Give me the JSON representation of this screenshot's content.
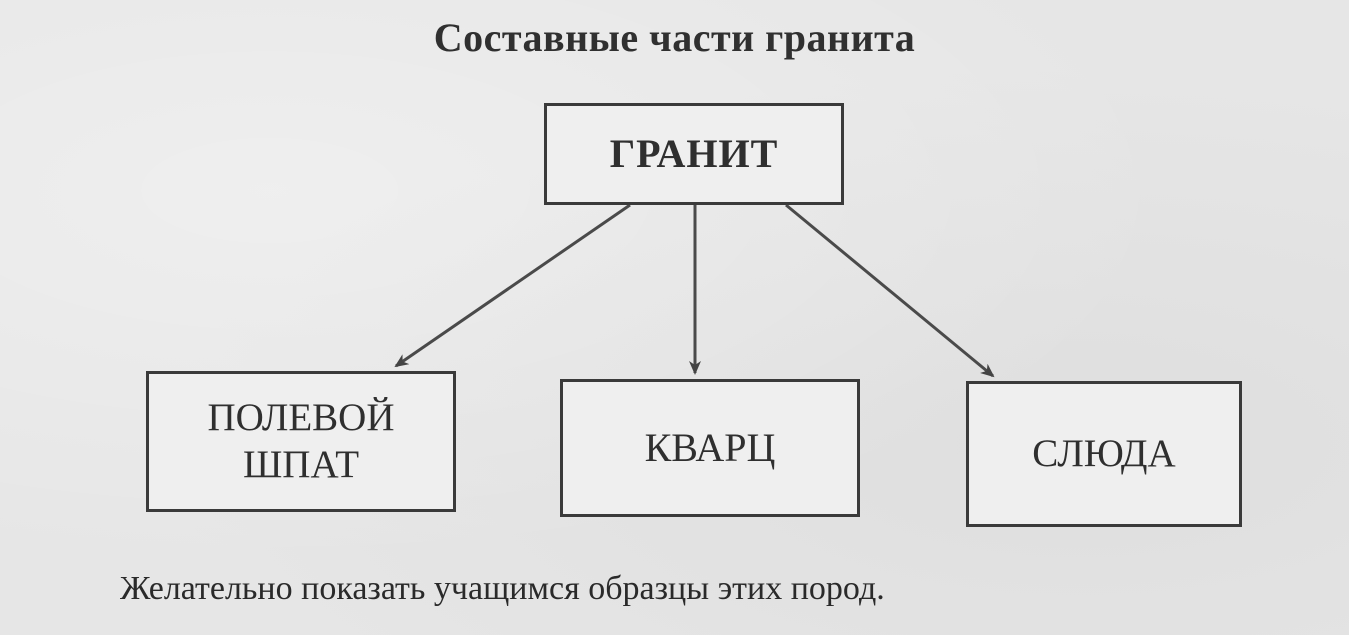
{
  "diagram": {
    "title": "Составные части гранита",
    "root": {
      "label": "ГРАНИТ"
    },
    "children": [
      {
        "label": "ПОЛЕВОЙ\nШПАТ"
      },
      {
        "label": "КВАРЦ"
      },
      {
        "label": "СЛЮДА"
      }
    ],
    "footnote": "Желательно показать учащимся образцы этих пород."
  }
}
